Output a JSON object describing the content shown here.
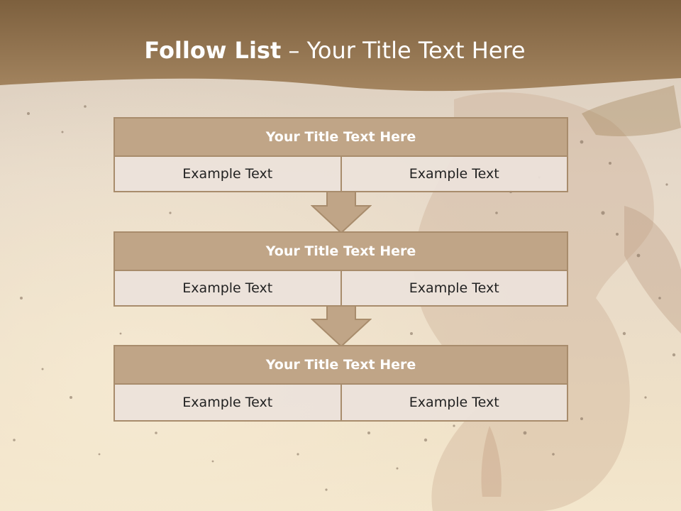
{
  "slide": {
    "title_bold": "Follow List",
    "title_rest": " – Your Title Text Here"
  },
  "colors": {
    "header": "#8f7250",
    "block_head": "#c0a587",
    "block_border": "#a88c6c",
    "cell_fill": "#ece2da"
  },
  "steps": [
    {
      "title": "Your Title Text Here",
      "left": "Example Text",
      "right": "Example Text"
    },
    {
      "title": "Your Title Text Here",
      "left": "Example Text",
      "right": "Example Text"
    },
    {
      "title": "Your Title Text Here",
      "left": "Example Text",
      "right": "Example Text"
    }
  ]
}
